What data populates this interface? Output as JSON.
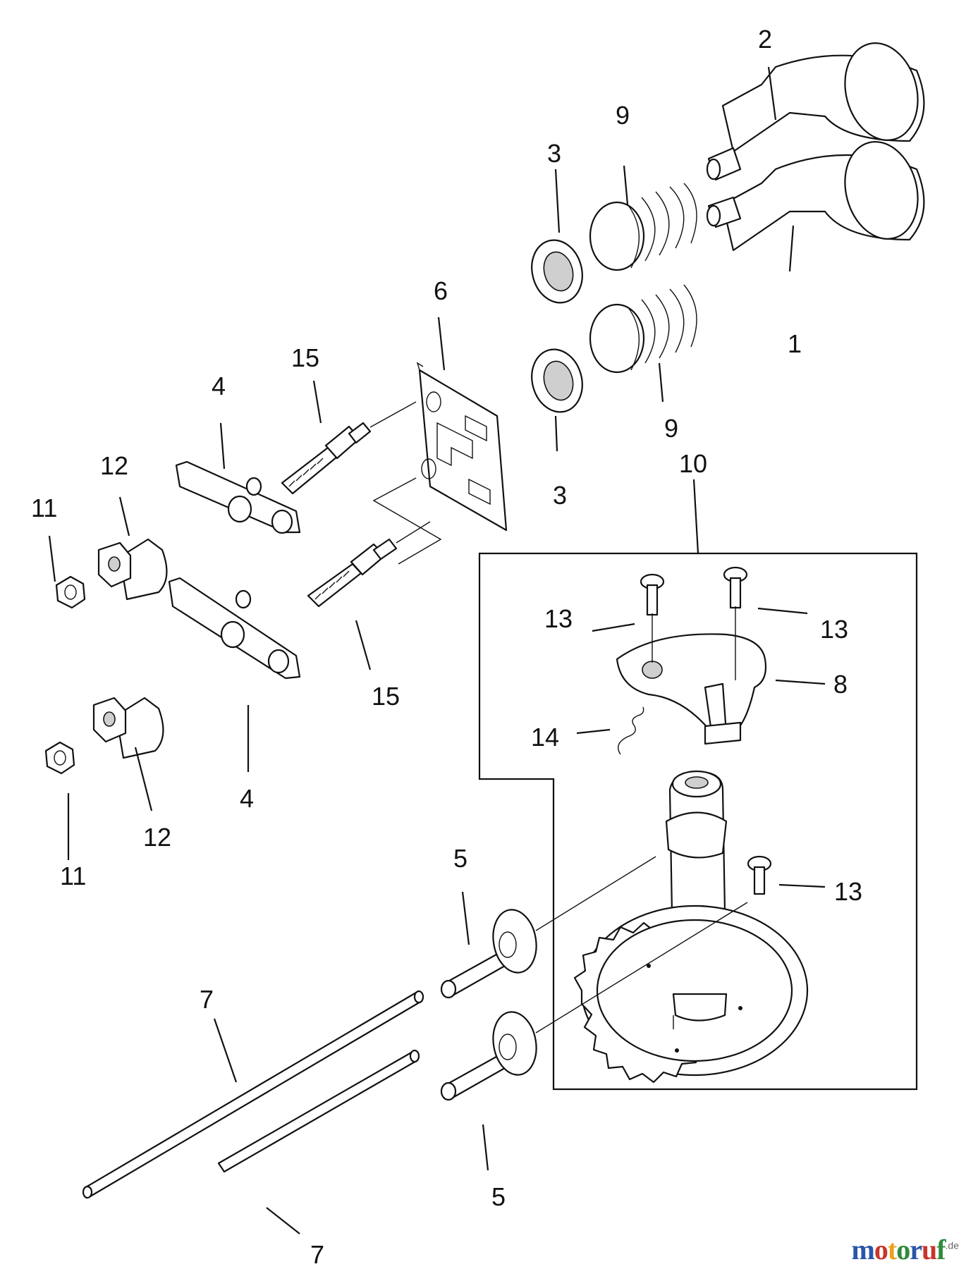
{
  "callouts": {
    "valve_exhaust": "2",
    "valve_intake": "1",
    "spring_upper": "9",
    "spring_lower": "9",
    "retainer_upper": "3",
    "retainer_lower": "3",
    "guide_plate": "6",
    "stud_upper": "15",
    "stud_lower": "15",
    "rocker_upper": "4",
    "rocker_lower": "4",
    "pivot_upper": "12",
    "pivot_lower": "12",
    "nut_upper": "11",
    "nut_lower": "11",
    "camshaft_assembly": "10",
    "bolt_left": "13",
    "bolt_right": "13",
    "bolt_gear": "13",
    "weight": "8",
    "spring_small": "14",
    "tappet_upper": "5",
    "tappet_lower": "5",
    "pushrod_upper": "7",
    "pushrod_lower": "7"
  },
  "watermark": {
    "brand": "motoruf",
    "suffix": ".de",
    "colors": [
      "#2a55a8",
      "#c7352b",
      "#e8a21c",
      "#2e8b3d",
      "#2a55a8",
      "#c7352b",
      "#2e8b3d"
    ]
  }
}
